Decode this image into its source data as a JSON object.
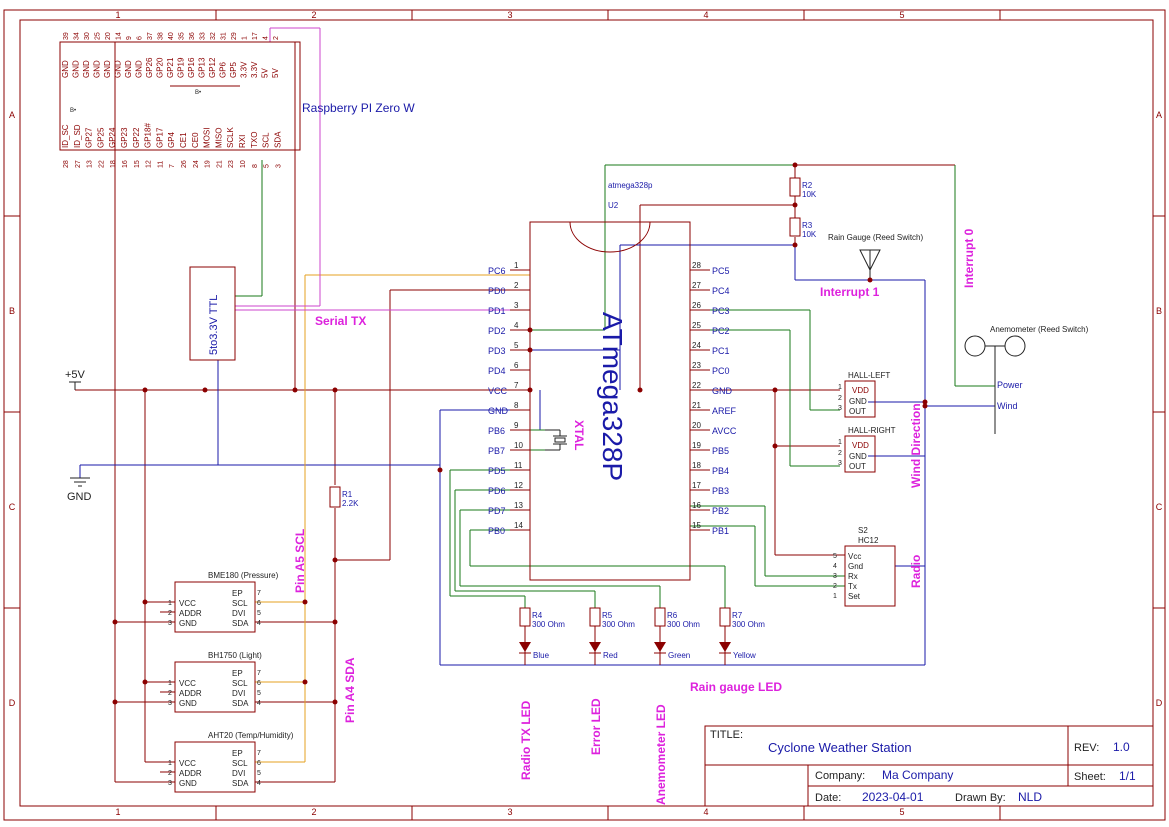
{
  "frame": {
    "col_labels": [
      "1",
      "2",
      "3",
      "4",
      "5"
    ],
    "row_labels": [
      "A",
      "B",
      "C",
      "D"
    ]
  },
  "rpi": {
    "name": "Raspberry PI Zero W",
    "top_pins": [
      "GND",
      "GND",
      "GND",
      "GND",
      "GND",
      "GND",
      "GND",
      "GND",
      "GP26",
      "GP20",
      "GP21",
      "GP19",
      "GP16",
      "GP13",
      "GP12",
      "GP6",
      "GP5",
      "3.3V",
      "3.3V",
      "5V",
      "5V"
    ],
    "top_nums": [
      "39",
      "34",
      "30",
      "25",
      "20",
      "14",
      "9",
      "6",
      "37",
      "38",
      "40",
      "35",
      "36",
      "33",
      "32",
      "31",
      "29",
      "1",
      "17",
      "4",
      "2"
    ],
    "bottom_pins": [
      "ID_SC",
      "ID_SD",
      "GP27",
      "GP25",
      "GP24",
      "GP23",
      "GP22",
      "GP18#",
      "GP17",
      "GP4",
      "CE1",
      "CE0",
      "MOSI",
      "MISO",
      "SCLK",
      "RXI",
      "TXO",
      "SCL",
      "SDA"
    ],
    "bottom_nums": [
      "28",
      "27",
      "13",
      "22",
      "18",
      "16",
      "15",
      "12",
      "11",
      "7",
      "26",
      "24",
      "19",
      "21",
      "23",
      "10",
      "8",
      "5",
      "3"
    ]
  },
  "level_shifter": "5to3.3V TTL",
  "mcu": {
    "chip_label": "ATmega328P",
    "name": "atmega328p",
    "ref": "U2",
    "left_pins": [
      {
        "num": "1",
        "name": "PC6"
      },
      {
        "num": "2",
        "name": "PD0"
      },
      {
        "num": "3",
        "name": "PD1"
      },
      {
        "num": "4",
        "name": "PD2"
      },
      {
        "num": "5",
        "name": "PD3"
      },
      {
        "num": "6",
        "name": "PD4"
      },
      {
        "num": "7",
        "name": "VCC"
      },
      {
        "num": "8",
        "name": "GND"
      },
      {
        "num": "9",
        "name": "PB6"
      },
      {
        "num": "10",
        "name": "PB7"
      },
      {
        "num": "11",
        "name": "PD5"
      },
      {
        "num": "12",
        "name": "PD6"
      },
      {
        "num": "13",
        "name": "PD7"
      },
      {
        "num": "14",
        "name": "PB0"
      }
    ],
    "right_pins": [
      {
        "num": "28",
        "name": "PC5"
      },
      {
        "num": "27",
        "name": "PC4"
      },
      {
        "num": "26",
        "name": "PC3"
      },
      {
        "num": "25",
        "name": "PC2"
      },
      {
        "num": "24",
        "name": "PC1"
      },
      {
        "num": "23",
        "name": "PC0"
      },
      {
        "num": "22",
        "name": "GND"
      },
      {
        "num": "21",
        "name": "AREF"
      },
      {
        "num": "20",
        "name": "AVCC"
      },
      {
        "num": "19",
        "name": "PB5"
      },
      {
        "num": "18",
        "name": "PB4"
      },
      {
        "num": "17",
        "name": "PB3"
      },
      {
        "num": "16",
        "name": "PB2"
      },
      {
        "num": "15",
        "name": "PB1"
      }
    ]
  },
  "resistors": [
    {
      "ref": "R2",
      "value": "10K"
    },
    {
      "ref": "R3",
      "value": "10K"
    },
    {
      "ref": "R1",
      "value": "2.2K"
    },
    {
      "ref": "R4",
      "value": "300 Ohm"
    },
    {
      "ref": "R5",
      "value": "300 Ohm"
    },
    {
      "ref": "R6",
      "value": "300 Ohm"
    },
    {
      "ref": "R7",
      "value": "300 Ohm"
    }
  ],
  "leds": [
    "Blue",
    "Red",
    "Green",
    "Yellow"
  ],
  "power": {
    "vcc": "+5V",
    "gnd": "GND"
  },
  "xtal": "XTAL",
  "rain_gauge": "Rain Gauge (Reed Switch)",
  "anemometer": {
    "name": "Anemometer (Reed Switch)",
    "power": "Power",
    "wind": "Wind"
  },
  "hall_left": {
    "name": "HALL-LEFT",
    "pins": [
      "VDD",
      "GND",
      "OUT"
    ],
    "nums": [
      "1",
      "2",
      "3"
    ]
  },
  "hall_right": {
    "name": "HALL-RIGHT",
    "pins": [
      "VDD",
      "GND",
      "OUT"
    ],
    "nums": [
      "1",
      "2",
      "3"
    ]
  },
  "hc12": {
    "ref": "S2",
    "name": "HC12",
    "pins": [
      "Vcc",
      "Gnd",
      "Rx",
      "Tx",
      "Set"
    ],
    "nums": [
      "5",
      "4",
      "3",
      "2",
      "1"
    ]
  },
  "sensors": [
    {
      "name": "BME180 (Pressure)"
    },
    {
      "name": "BH1750 (Light)"
    },
    {
      "name": "AHT20 (Temp/Humidity)"
    }
  ],
  "sensor_pins": {
    "left": [
      "VCC",
      "ADDR",
      "GND"
    ],
    "left_nums": [
      "1",
      "2",
      "3"
    ],
    "right": [
      "EP",
      "SCL",
      "DVI",
      "SDA"
    ],
    "right_nums": [
      "7",
      "6",
      "5",
      "4"
    ]
  },
  "annotations": {
    "serial_tx": "Serial TX",
    "interrupt1": "Interrupt 1",
    "interrupt0": "Interrupt 0",
    "wind_direction": "Wind Direction",
    "radio": "Radio",
    "pin_a5": "Pin A5 SCL",
    "pin_a4": "Pin A4 SDA",
    "radio_tx_led": "Radio TX LED",
    "error_led": "Error LED",
    "anemometer_led": "Anemometer LED",
    "rain_led": "Rain gauge LED"
  },
  "title_block": {
    "title_label": "TITLE:",
    "title": "Cyclone Weather Station",
    "rev_label": "REV:",
    "rev": "1.0",
    "company_label": "Company:",
    "company": "Ma Company",
    "sheet_label": "Sheet:",
    "sheet": "1/1",
    "date_label": "Date:",
    "date": "2023-04-01",
    "drawn_label": "Drawn By:",
    "drawn": "NLD"
  }
}
